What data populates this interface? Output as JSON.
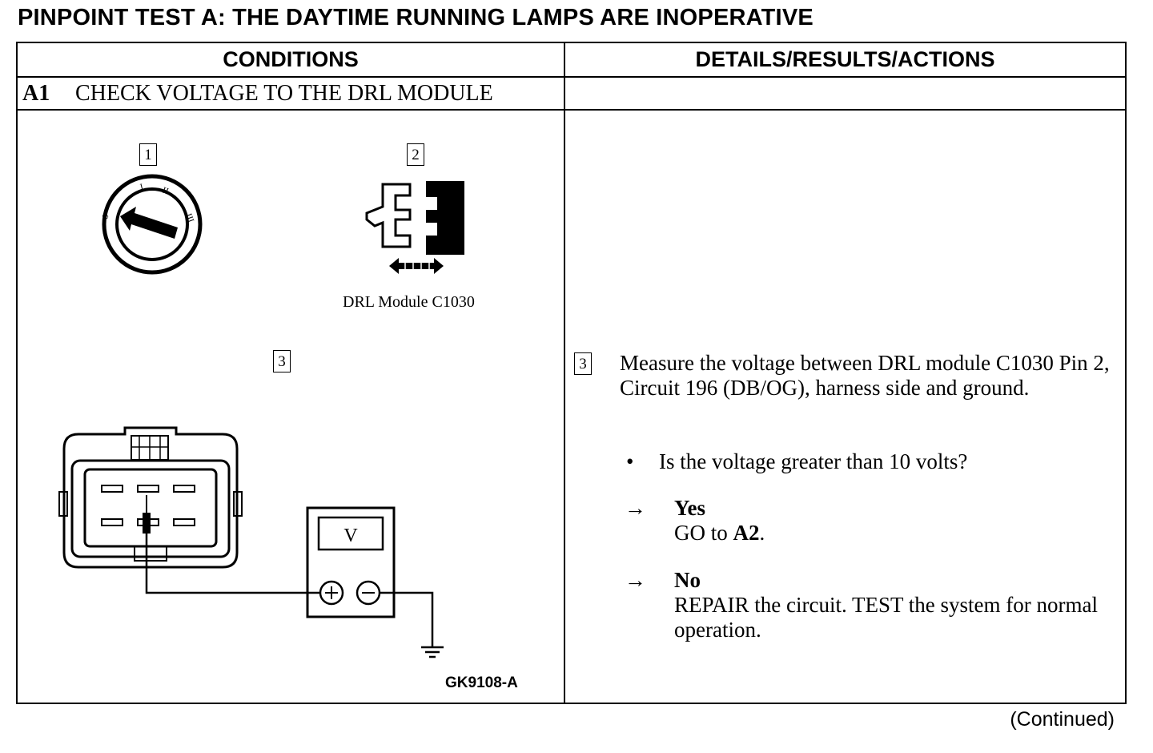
{
  "title": "PINPOINT TEST A: THE DAYTIME RUNNING LAMPS ARE INOPERATIVE",
  "table": {
    "col_conditions": "CONDITIONS",
    "col_details": "DETAILS/RESULTS/ACTIONS"
  },
  "step": {
    "id": "A1",
    "heading": "CHECK VOLTAGE TO THE DRL MODULE"
  },
  "figure": {
    "label_1": "1",
    "label_2": "2",
    "label_3": "3",
    "module_caption": "DRL Module C1030",
    "meter_unit": "V",
    "figure_code": "GK9108-A",
    "ignition_marks": [
      "0",
      "I",
      "II",
      "III"
    ]
  },
  "details": {
    "step_num": "3",
    "instruction": "Measure the voltage between DRL module C1030 Pin 2, Circuit 196 (DB/OG), harness side and ground.",
    "bullet": "•",
    "question": "Is the voltage greater than 10 volts?",
    "arrow": "→",
    "yes_label": "Yes",
    "yes_action_prefix": "GO to ",
    "yes_action_target": "A2",
    "yes_action_suffix": ".",
    "no_label": "No",
    "no_action": "REPAIR the circuit. TEST the system for normal operation."
  },
  "footer": {
    "continued": "(Continued)"
  }
}
